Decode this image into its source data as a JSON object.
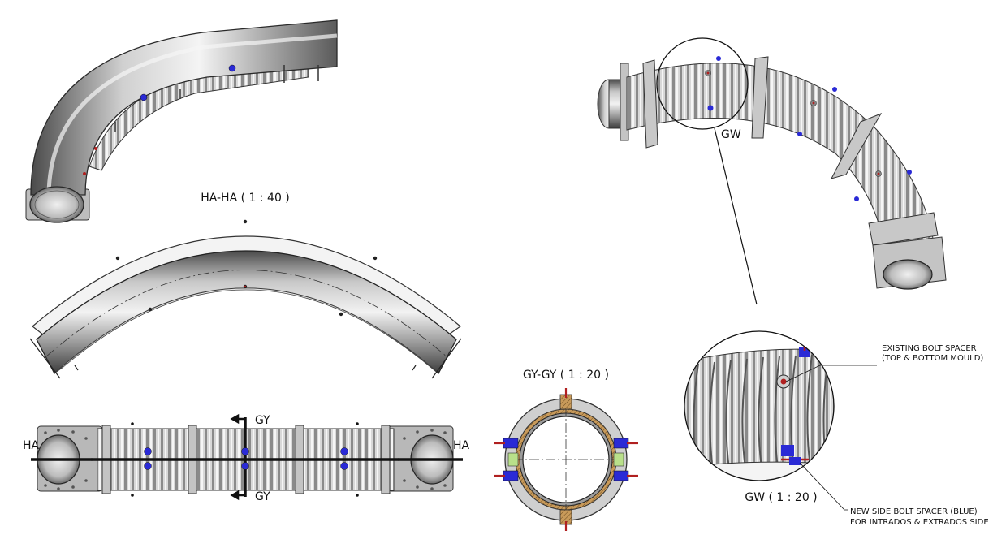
{
  "views": {
    "section_ha": {
      "title": "HA-HA ( 1 : 40 )",
      "cut_left": "HA",
      "cut_right": "HA"
    },
    "section_gy": {
      "title": "GY-GY ( 1 : 20 )",
      "cut_top": "GY",
      "cut_bottom": "GY"
    },
    "detail_gw": {
      "marker": "GW",
      "title": "GW ( 1 : 20 )"
    }
  },
  "callouts": {
    "existing_bolt_line1": "EXISTING BOLT SPACER",
    "existing_bolt_line2": "(TOP & BOTTOM MOULD)",
    "new_bolt_line1": "NEW SIDE BOLT SPACER (BLUE)",
    "new_bolt_line2": "FOR INTRADOS & EXTRADOS SIDE"
  },
  "colors": {
    "steel_dark": "#5e5e5e",
    "steel_light": "#d6d6d6",
    "bolt_spacer_blue": "#2a2ad6",
    "bolt_red": "#b02020"
  }
}
